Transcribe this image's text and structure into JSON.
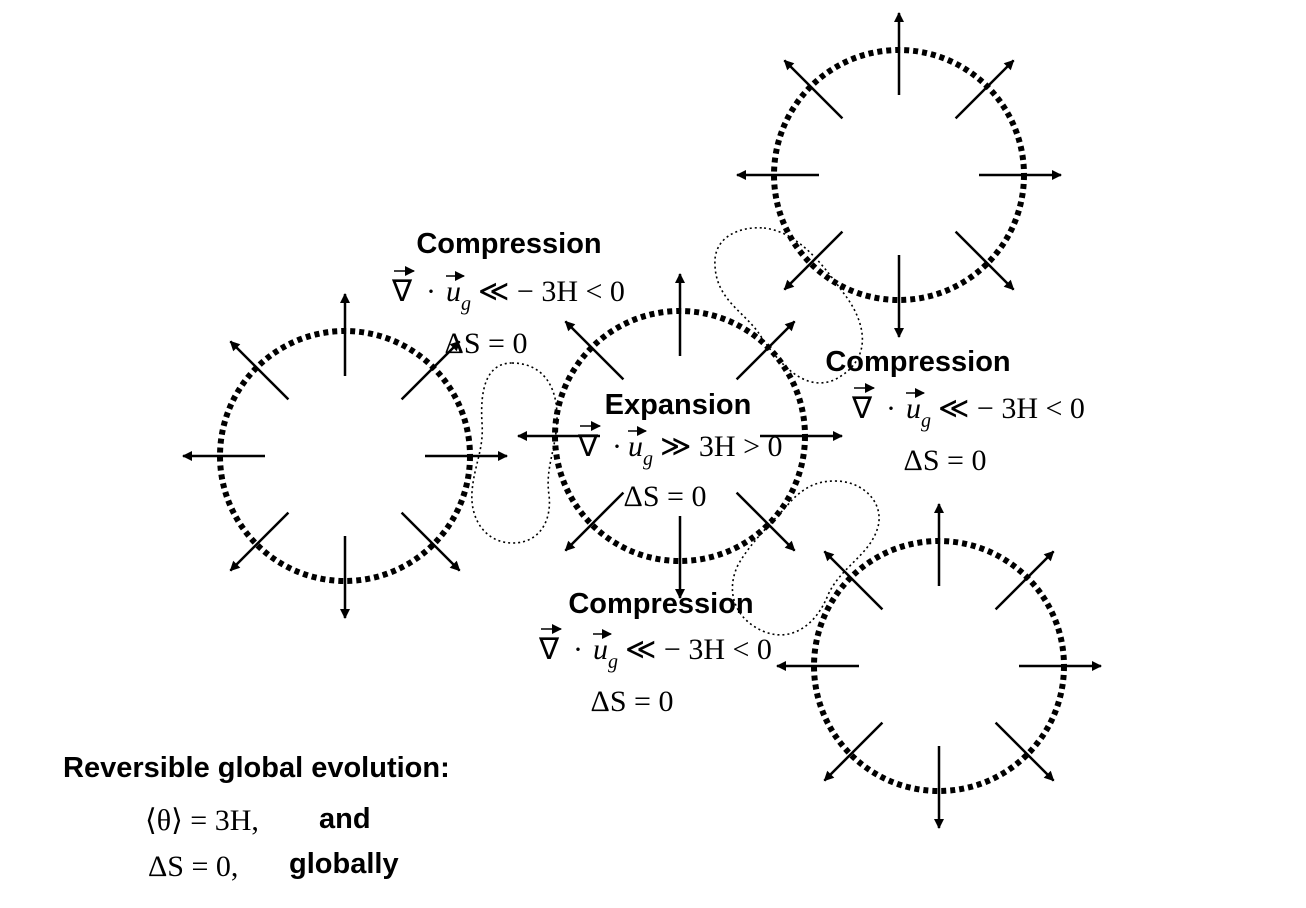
{
  "labels": {
    "compression_top": {
      "title": "Compression",
      "nabla": "∇",
      "dot": "·",
      "u": "u",
      "g": "g",
      "relation": "≪ − 3H < 0",
      "entropy": "ΔS = 0"
    },
    "expansion": {
      "title": "Expansion",
      "nabla": "∇",
      "dot": "·",
      "u": "u",
      "g": "g",
      "relation": "≫ 3H > 0",
      "entropy": "ΔS = 0"
    },
    "compression_right": {
      "title": "Compression",
      "nabla": "∇",
      "dot": "·",
      "u": "u",
      "g": "g",
      "relation": "≪ − 3H < 0",
      "entropy": "ΔS = 0"
    },
    "compression_bottom": {
      "title": "Compression",
      "nabla": "∇",
      "dot": "·",
      "u": "u",
      "g": "g",
      "relation": "≪ − 3H < 0",
      "entropy": "ΔS = 0"
    }
  },
  "summary": {
    "title": "Reversible global evolution:",
    "line1_math": "⟨θ⟩ = 3H,",
    "line1_word": "and",
    "line2_math": "ΔS = 0,",
    "line2_word": "globally"
  }
}
